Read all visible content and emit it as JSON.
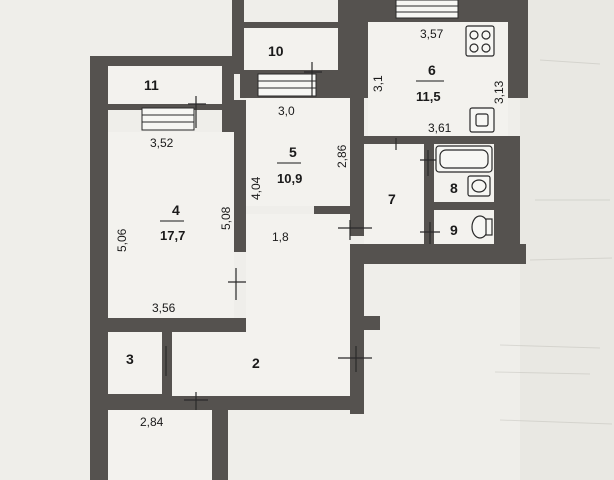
{
  "rooms": [
    {
      "id": "room-2",
      "number": "2",
      "area": ""
    },
    {
      "id": "room-3",
      "number": "3",
      "area": ""
    },
    {
      "id": "room-4",
      "number": "4",
      "area": "17,7"
    },
    {
      "id": "room-5",
      "number": "5",
      "area": "10,9"
    },
    {
      "id": "room-6",
      "number": "6",
      "area": "11,5"
    },
    {
      "id": "room-7",
      "number": "7",
      "area": ""
    },
    {
      "id": "room-8",
      "number": "8",
      "area": ""
    },
    {
      "id": "room-9",
      "number": "9",
      "area": ""
    },
    {
      "id": "room-10",
      "number": "10",
      "area": ""
    },
    {
      "id": "room-11",
      "number": "11",
      "area": ""
    }
  ],
  "dimensions": {
    "d_3_57": "3,57",
    "d_3_1": "3,1",
    "d_3_13": "3,13",
    "d_3_61": "3,61",
    "d_3_0": "3,0",
    "d_2_86": "2,86",
    "d_3_52": "3,52",
    "d_4_04": "4,04",
    "d_5_06": "5,06",
    "d_5_08": "5,08",
    "d_1_8": "1,8",
    "d_3_56": "3,56",
    "d_2_84": "2,84"
  },
  "colors": {
    "wall": "#55524f",
    "paper": "#efeeea",
    "line": "#2a2a2a"
  }
}
